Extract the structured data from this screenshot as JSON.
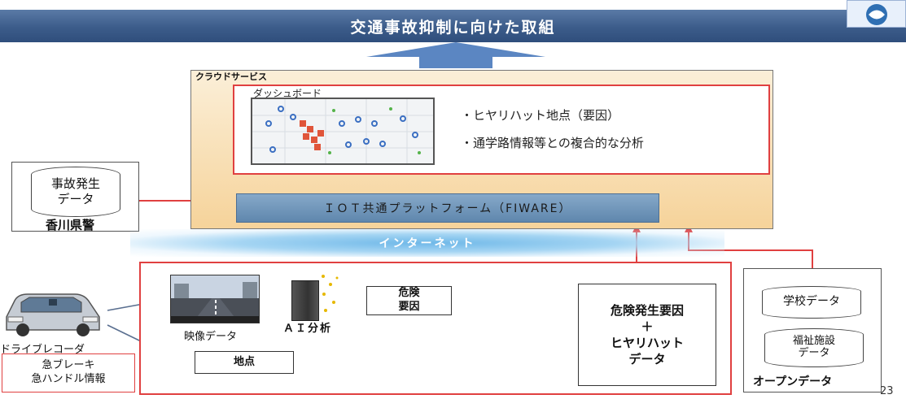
{
  "title": "交通事故抑制に向けた取組",
  "cloud": {
    "label": "クラウドサービス",
    "dashboard": {
      "label": "ダッシュボード",
      "bullets": [
        "・ヒヤリハット地点（要因）",
        "・通学路情報等との複合的な分析"
      ]
    },
    "platform": "ＩＯＴ共通プラットフォーム（FIWARE）"
  },
  "police": {
    "db_line1": "事故発生",
    "db_line2": "データ",
    "org": "香川県警"
  },
  "internet": "インターネット",
  "field": {
    "video_label": "映像データ",
    "ai_label": "ＡＩ分析",
    "danger_line1": "危険",
    "danger_line2": "要因",
    "location": "地点",
    "result_line1": "危険発生要因",
    "result_line2": "＋",
    "result_line3": "ヒヤリハット",
    "result_line4": "データ"
  },
  "recorder": {
    "label": "ドライブレコーダ",
    "info_line1": "急ブレーキ",
    "info_line2": "急ハンドル情報"
  },
  "open_data": {
    "school": "学校データ",
    "welfare_line1": "福祉施設",
    "welfare_line2": "データ",
    "label": "オープンデータ"
  },
  "page_number": "23",
  "colors": {
    "banner": "#3c5c8a",
    "red_frame": "#e04040",
    "arrow_blue": "#5b86c2",
    "cloud_fill": "#f6d39a",
    "platform": "#6f96bb",
    "internet": "#8cc8ef"
  }
}
